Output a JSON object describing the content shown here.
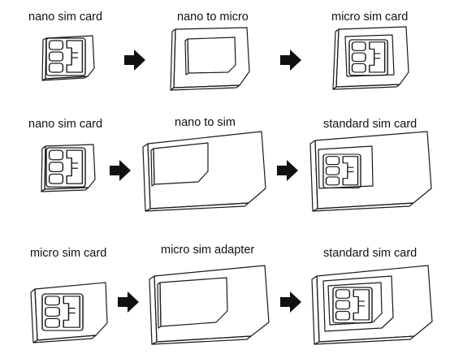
{
  "labels": {
    "row1": [
      "nano sim card",
      "nano to micro",
      "micro sim card"
    ],
    "row2": [
      "nano sim card",
      "nano to sim",
      "standard sim card"
    ],
    "row3": [
      "micro sim card",
      "micro sim adapter",
      "standard sim card"
    ]
  },
  "colors": {
    "line": "#1a1a1a",
    "arrow": "#111111",
    "background": "#ffffff"
  },
  "icons": [
    "right-arrow-icon",
    "sim-card-icon",
    "sim-adapter-icon",
    "chip-icon"
  ]
}
